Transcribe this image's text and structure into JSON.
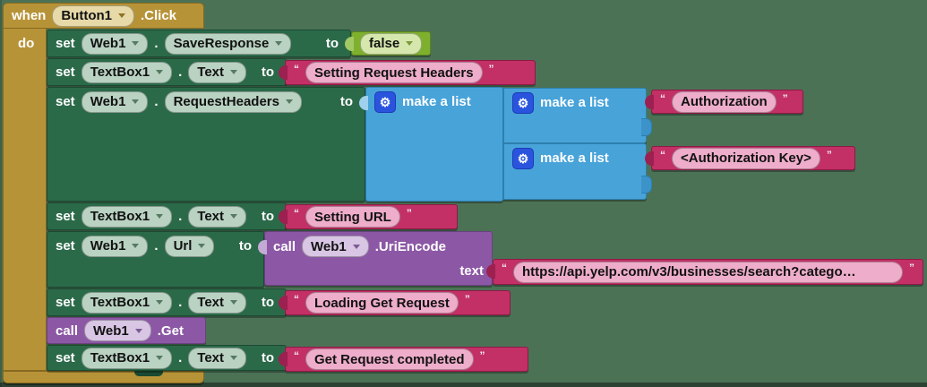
{
  "colors": {
    "workspace_bg": "#4c7256",
    "event_block": "#b79338",
    "event_border": "#87691f",
    "event_field": "#e7d9a8",
    "setter_block": "#2b6a49",
    "setter_border": "#1a4a31",
    "setter_field": "#b9d2c2",
    "logic_block": "#7fb02d",
    "logic_border": "#5a851c",
    "logic_field": "#d6e7ad",
    "text_block": "#c23066",
    "text_border": "#8c1a45",
    "text_field": "#eeadca",
    "list_block": "#48a3d9",
    "list_border": "#2c80af",
    "component_block": "#8c58a5",
    "component_border": "#6a4180",
    "component_field": "#d8c6e4",
    "gear_bg": "#2a54dd"
  },
  "icons": {
    "mutator": "gear-icon",
    "dropdown": "dropdown-arrow-icon"
  },
  "keywords": {
    "when": "when",
    "do": "do",
    "set": "set",
    "to": "to",
    "call": "call",
    "dot": ".",
    "open_quote": "“",
    "close_quote": "”"
  },
  "when_block": {
    "component": "Button1",
    "event": ".Click"
  },
  "rows": {
    "save_response": {
      "component": "Web1",
      "property": "SaveResponse",
      "value": "false"
    },
    "status_headers": {
      "component": "TextBox1",
      "property": "Text",
      "value": "Setting Request Headers"
    },
    "request_headers": {
      "component": "Web1",
      "property": "RequestHeaders"
    },
    "status_url": {
      "component": "TextBox1",
      "property": "Text",
      "value": "Setting URL"
    },
    "set_url": {
      "component": "Web1",
      "property": "Url"
    },
    "status_loading": {
      "component": "TextBox1",
      "property": "Text",
      "value": "Loading Get Request"
    },
    "call_get": {
      "component": "Web1",
      "method": ".Get"
    },
    "status_done": {
      "component": "TextBox1",
      "property": "Text",
      "value": "Get Request completed"
    }
  },
  "make_a_list": {
    "label": "make a list",
    "items": [
      "Authorization",
      "<Authorization Key>"
    ]
  },
  "uri_encode": {
    "component": "Web1",
    "method": ".UriEncode",
    "param_label": "text",
    "value": "https://api.yelp.com/v3/businesses/search?catego…"
  }
}
